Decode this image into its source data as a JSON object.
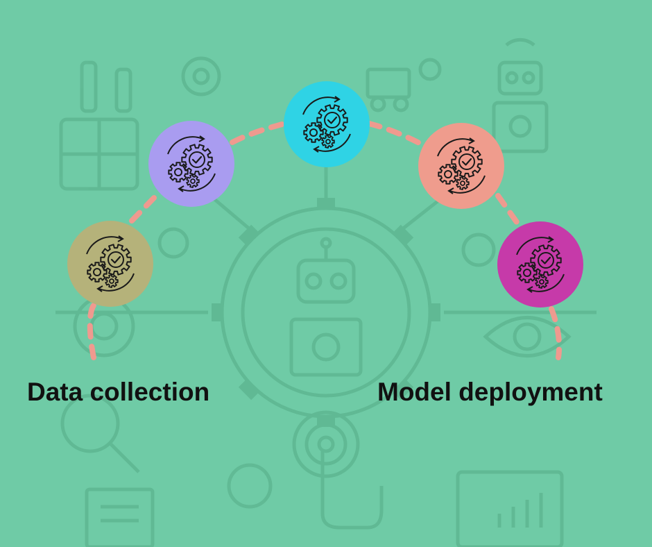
{
  "labels": {
    "left": "Data collection",
    "right": "Model deployment"
  },
  "colors": {
    "background": "#6fcba6",
    "connector": "#ef9a8f",
    "nodes": [
      "#b5b27a",
      "#a99cf0",
      "#2fd3e5",
      "#ef9c8d",
      "#c63aa9"
    ]
  },
  "nodes": [
    {
      "name": "stage-1",
      "icon": "gears-check-icon"
    },
    {
      "name": "stage-2",
      "icon": "gears-check-icon"
    },
    {
      "name": "stage-3",
      "icon": "gears-check-icon"
    },
    {
      "name": "stage-4",
      "icon": "gears-check-icon"
    },
    {
      "name": "stage-5",
      "icon": "gears-check-icon"
    }
  ]
}
